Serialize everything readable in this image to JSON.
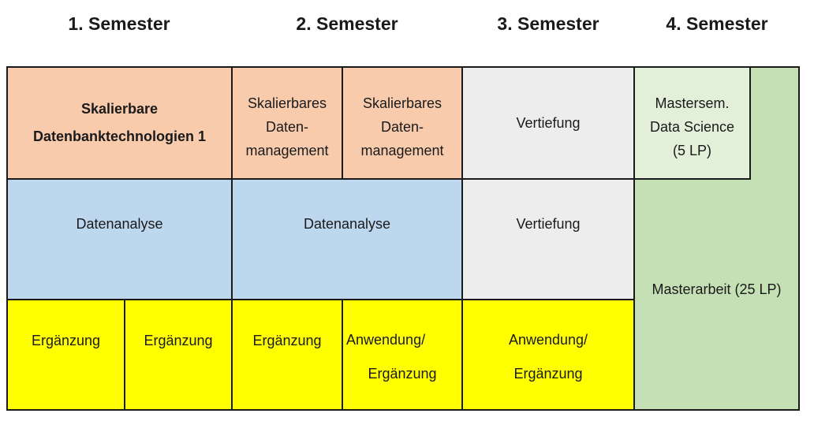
{
  "headers": [
    "1. Semester",
    "2. Semester",
    "3. Semester",
    "4. Semester"
  ],
  "modules": {
    "sdt1": [
      "Skalierbare",
      "Datenbanktechnologien 1"
    ],
    "sdm_a": [
      "Skalierbares",
      "Daten-",
      "management"
    ],
    "sdm_b": [
      "Skalierbares",
      "Daten-",
      "management"
    ],
    "vertiefung_1": "Vertiefung",
    "mastersem": [
      "Mastersem.",
      "Data Science",
      "(5 LP)"
    ],
    "datenanalyse_1": "Datenanalyse",
    "datenanalyse_2": "Datenanalyse",
    "vertiefung_2": "Vertiefung",
    "masterarbeit": "Masterarbeit (25 LP)",
    "erg_1": "Ergänzung",
    "erg_2": "Ergänzung",
    "erg_3": "Ergänzung",
    "anw_1": [
      "Anwendung/",
      "Ergänzung"
    ],
    "anw_2": [
      "Anwendung/",
      "Ergänzung"
    ]
  },
  "colors": {
    "core": "#f8cbad",
    "analysis": "#bdd7ee",
    "specialization": "#ededed",
    "supplement": "#ffff00",
    "thesis": "#c5e0b4",
    "seminar": "#e2f0d9"
  }
}
